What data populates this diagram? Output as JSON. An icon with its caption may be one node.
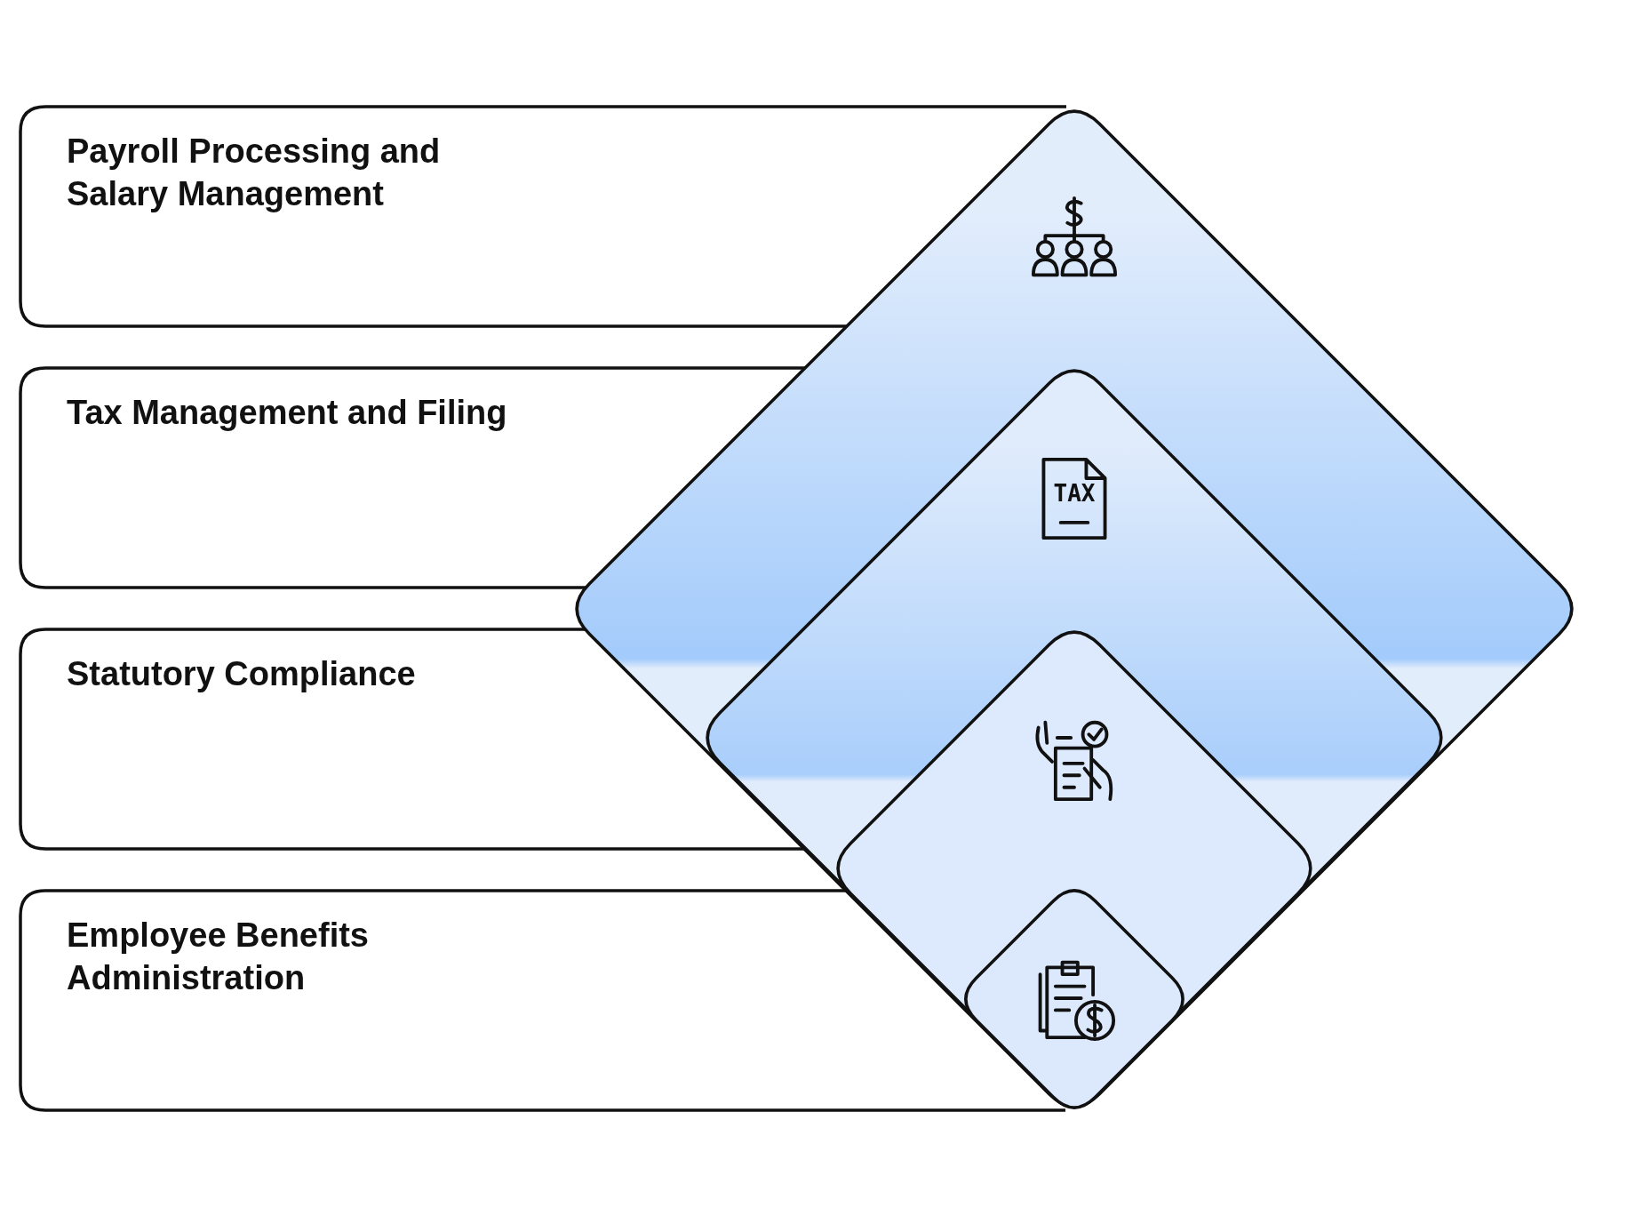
{
  "diagram": {
    "nodes": [
      {
        "text": [
          "Payroll Processing and Salary Management"
        ]
      },
      {
        "text": [
          "Tax Management and Filing"
        ]
      },
      {
        "text": [
          "Statutory Compliance"
        ]
      },
      {
        "text": [
          "Employee Benefits Administration"
        ]
      },
      {
        "text": [],
        "shape": "diamond"
      },
      {
        "text": [],
        "shape": "diamond",
        "in": 4
      },
      {
        "text": [],
        "shape": "diamond",
        "in": 5
      },
      {
        "text": [],
        "shape": "diamond",
        "in": 6
      }
    ],
    "labels": [
      "TAX"
    ]
  }
}
